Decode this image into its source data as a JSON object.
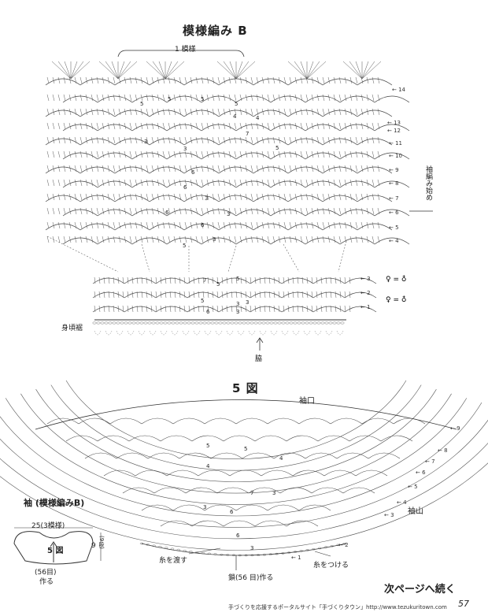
{
  "pattern_b": {
    "title": "模様編み B",
    "repeat_label": "1 模様",
    "side_label": "袖編み始め",
    "hem_label": "身頃裾",
    "side_mark": "脇",
    "right_rows": [
      "14",
      "13",
      "12",
      "11",
      "10",
      "9",
      "8",
      "7",
      "6",
      "5",
      "4"
    ],
    "lower_rows": [
      "3",
      "2",
      "1"
    ],
    "inner_numbers": [
      "5",
      "5",
      "5",
      "5",
      "4",
      "4",
      "3",
      "7",
      "3",
      "5",
      "6",
      "6",
      "3",
      "6",
      "3",
      "6",
      "3",
      "5",
      "7",
      "5",
      "5",
      "5",
      "3",
      "6",
      "3",
      "3"
    ]
  },
  "figure5": {
    "title": "5 図",
    "cuff_label": "袖口",
    "cap_label": "袖山",
    "rows": [
      "9",
      "8",
      "7",
      "6",
      "5",
      "4",
      "3",
      "2",
      "1"
    ],
    "inner_numbers": [
      "5",
      "5",
      "4",
      "4",
      "7",
      "3",
      "3",
      "6",
      "6",
      "3"
    ],
    "yarn_cut": "糸を渡す",
    "yarn_attach": "糸をつける",
    "chain_label": "鎖(56 目)作る"
  },
  "sleeve": {
    "title": "袖 (模様編みB)",
    "width": "25(3模様)",
    "fig_ref": "5 図",
    "height": "9",
    "rows": "(9段)",
    "stitches": "(56目)",
    "make": "作る"
  },
  "next_page": "次ページへ続く",
  "footer": {
    "site": "手づくりを応援するポータルサイト「手づくりタウン」http://www.tezukuritown.com",
    "page": "57"
  }
}
